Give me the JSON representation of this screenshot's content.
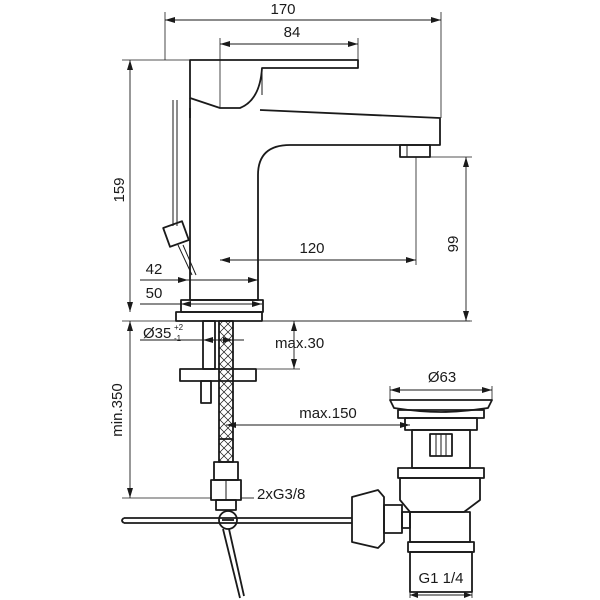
{
  "dimensions": {
    "overall_width": "170",
    "lever_width": "84",
    "overall_height": "159",
    "spout_height": "99",
    "spout_reach": "120",
    "base_offset_42": "42",
    "base_width_50": "50",
    "hole_diameter": "Ø35",
    "hole_tolerance_upper": "+2",
    "hole_tolerance_lower": "-1",
    "max_deck_thickness": "max.30",
    "min_hose_length": "min.350",
    "max_distance": "max.150",
    "hose_connection": "2xG3/8",
    "waste_diameter": "Ø63",
    "waste_thread": "G1 1/4"
  }
}
